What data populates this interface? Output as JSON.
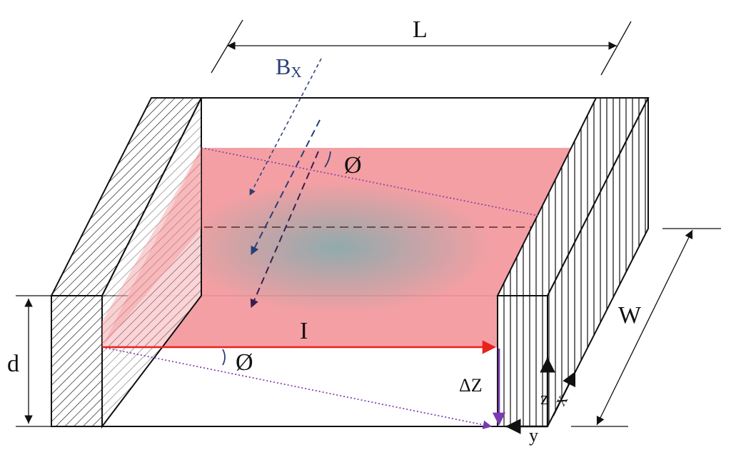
{
  "labels": {
    "length": "L",
    "field_main": "B",
    "field_sub": "X",
    "angle_top": "Ø",
    "angle_bottom": "Ø",
    "current": "I",
    "thickness": "d",
    "width": "W",
    "delta_z": "ΔZ",
    "axis_z": "z",
    "axis_x": "x",
    "axis_y": "y"
  },
  "colors": {
    "plane_fill": "#f39a9e",
    "plane_center": "#8aa6a8",
    "current_arrow": "#e8221c",
    "field_arrows": "#2a3f78",
    "field_arrow_last": "#3b1e50",
    "dotted_lines": "#8a44b0",
    "delta_z_arrow": "#7a3bb0",
    "axis_arrows": "#111111"
  }
}
